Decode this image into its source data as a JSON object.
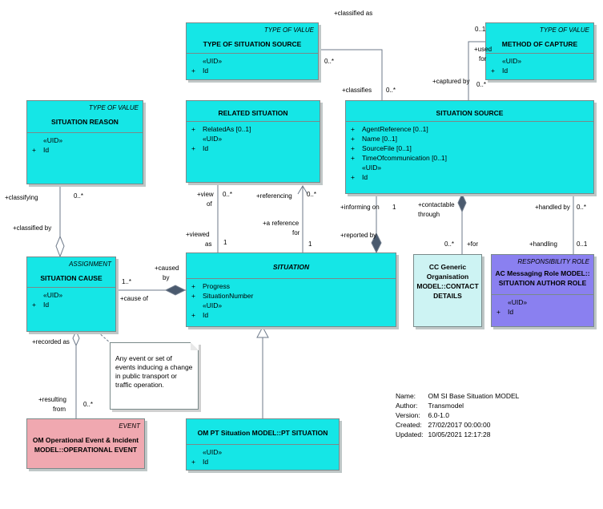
{
  "boxes": {
    "type_of_situation_source": {
      "stereo": "TYPE OF VALUE",
      "name": "TYPE OF SITUATION SOURCE",
      "uid": "«UID»",
      "attr": "Id"
    },
    "method_of_capture": {
      "stereo": "TYPE OF VALUE",
      "name": "METHOD OF CAPTURE",
      "uid": "«UID»",
      "attr": "Id"
    },
    "situation_reason": {
      "stereo": "TYPE OF VALUE",
      "name": "SITUATION REASON",
      "uid": "«UID»",
      "attr": "Id"
    },
    "related_situation": {
      "name": "RELATED SITUATION",
      "attr1": "RelatedAs [0..1]",
      "uid": "«UID»",
      "attr": "Id"
    },
    "situation_source": {
      "name": "SITUATION SOURCE",
      "attrs": [
        "AgentReference [0..1]",
        "Name [0..1]",
        "SourceFile [0..1]",
        "TimeOfcommunication [0..1]"
      ],
      "uid": "«UID»",
      "attr": "Id"
    },
    "situation_cause": {
      "stereo": "ASSIGNMENT",
      "name": "SITUATION CAUSE",
      "uid": "«UID»",
      "attr": "Id"
    },
    "situation": {
      "name": "SITUATION",
      "attrs": [
        "Progress",
        "SituationNumber"
      ],
      "uid": "«UID»",
      "attr": "Id"
    },
    "cc_generic_org": {
      "name_lines": [
        "CC Generic",
        "Organisation",
        "MODEL::CONTACT",
        "DETAILS"
      ]
    },
    "responsibility_role": {
      "stereo": "RESPONSIBILITY ROLE",
      "name_lines": [
        "AC Messaging Role MODEL::",
        "SITUATION AUTHOR ROLE"
      ],
      "uid": "«UID»",
      "attr": "Id"
    },
    "event": {
      "stereo": "EVENT",
      "name_lines": [
        "OM Operational Event & Incident",
        "MODEL::OPERATIONAL EVENT"
      ]
    },
    "pt_situation": {
      "name": "OM PT Situation MODEL::PT SITUATION",
      "uid": "«UID»",
      "attr": "Id"
    }
  },
  "plus": "+",
  "note_lines": [
    "Any event or set of",
    "events inducing a change",
    "in public transport or",
    "traffic operation."
  ],
  "labels": {
    "classified_as": "+classified as",
    "m_0_star_a": "0..*",
    "classifies": "+classifies",
    "m_0_star_b": "0..*",
    "m_0_1_a": "0..1",
    "used": "+used",
    "for": "for",
    "captured_by": "+captured by",
    "m_0_star_c": "0..*",
    "classifying": "+classifying",
    "m_0_star_d": "0..*",
    "classified_by": "+classified by",
    "view": "+view",
    "of": "of",
    "m_0_star_e": "0..*",
    "referencing": "+referencing",
    "m_0_star_f": "0..*",
    "a_reference": "+a reference",
    "for2": "for",
    "viewed": "+viewed",
    "as": "as",
    "m_1_a": "1",
    "m_1_b": "1",
    "informing_on": "+informing on",
    "m_1_c": "1",
    "reported_by": "+reported by",
    "contactable": "+contactable",
    "through": "through",
    "m_0_star_g": "0..*",
    "for3": "+for",
    "handled_by": "+handled by",
    "m_0_star_h": "0..*",
    "handling": "+handling",
    "m_0_1_b": "0..1",
    "caused": "+caused",
    "by": "by",
    "m_1_star": "1..*",
    "cause_of": "+cause of",
    "recorded_as": "+recorded as",
    "resulting": "+resulting",
    "from": "from",
    "m_0_star_i": "0..*"
  },
  "meta": [
    {
      "key": "Name:",
      "value": "OM SI Base Situation MODEL"
    },
    {
      "key": "Author:",
      "value": "Transmodel"
    },
    {
      "key": "Version:",
      "value": "6.0-1.0"
    },
    {
      "key": "Created:",
      "value": "27/02/2017 00:00:00"
    },
    {
      "key": "Updated:",
      "value": "10/05/2021 12:17:28"
    }
  ]
}
